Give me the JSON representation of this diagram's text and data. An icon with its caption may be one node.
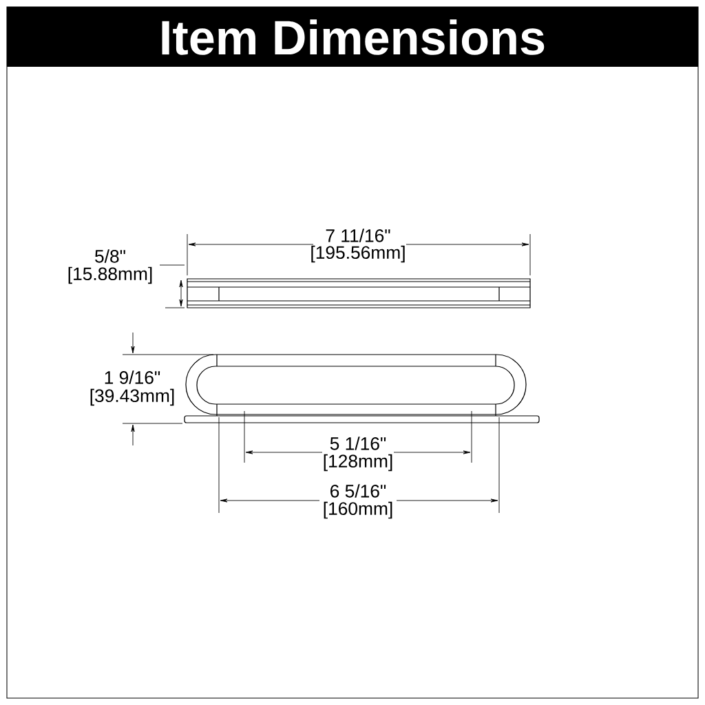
{
  "diagram": {
    "title": "Item Dimensions",
    "labels": [
      "7 11/16\"",
      "[195.56mm]",
      "5/8\"",
      "[15.88mm]",
      "1 9/16\"",
      "[39.43mm]",
      "5 1/16\"",
      "[128mm]",
      "6 5/16\"",
      "[160mm]"
    ]
  }
}
